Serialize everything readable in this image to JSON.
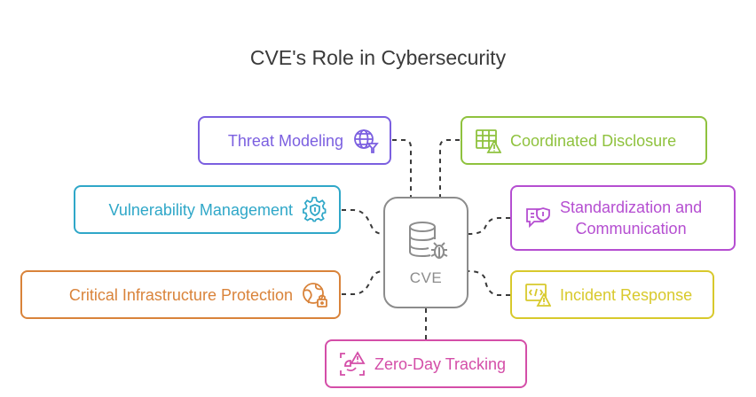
{
  "title": "CVE's Role in Cybersecurity",
  "hub": {
    "label": "CVE",
    "icon": "database-bug-icon",
    "color": "#8c8c8c"
  },
  "nodes": {
    "threat_modeling": {
      "label": "Threat Modeling",
      "icon": "globe-funnel-icon",
      "color": "#7b5fe0"
    },
    "vulnerability_management": {
      "label": "Vulnerability Management",
      "icon": "gear-shield-icon",
      "color": "#2fa7c8"
    },
    "critical_infrastructure": {
      "label": "Critical Infrastructure Protection",
      "icon": "globe-lock-icon",
      "color": "#d9833a"
    },
    "zero_day": {
      "label": "Zero-Day Tracking",
      "icon": "scan-alert-icon",
      "color": "#d44ea8"
    },
    "coordinated_disclosure": {
      "label": "Coordinated Disclosure",
      "icon": "table-alert-icon",
      "color": "#8fc23e"
    },
    "standardization": {
      "label_line1": "Standardization and",
      "label_line2": "Communication",
      "icon": "chat-shield-icon",
      "color": "#b54ed1"
    },
    "incident_response": {
      "label": "Incident Response",
      "icon": "code-alert-icon",
      "color": "#d8c92c"
    }
  }
}
